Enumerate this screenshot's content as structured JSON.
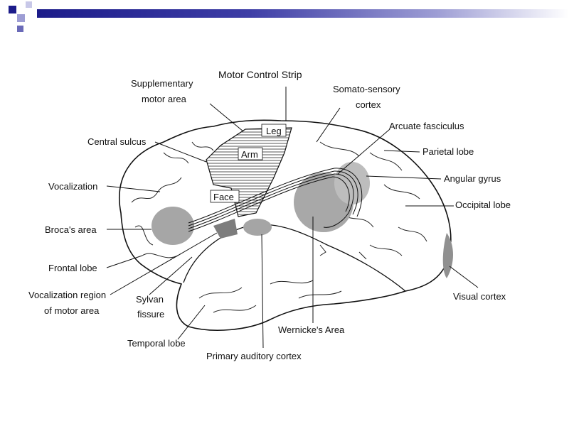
{
  "slide": {
    "accent_colors": {
      "dark": "#1c1c8a",
      "mid": "#6a6ab8",
      "light": "#9d9dd4"
    }
  },
  "diagram": {
    "labels": {
      "motor_control_strip": "Motor Control Strip",
      "supplementary_motor_area_1": "Supplementary",
      "supplementary_motor_area_2": "motor area",
      "somato_sensory_1": "Somato-sensory",
      "somato_sensory_2": "cortex",
      "arcuate_fasciculus": "Arcuate fasciculus",
      "central_sulcus": "Central sulcus",
      "parietal_lobe": "Parietal lobe",
      "vocalization": "Vocalization",
      "angular_gyrus": "Angular gyrus",
      "occipital_lobe": "Occipital lobe",
      "brocas_area": "Broca's area",
      "frontal_lobe": "Frontal lobe",
      "vocalization_region_1": "Vocalization region",
      "vocalization_region_2": "of motor area",
      "sylvan_fissure_1": "Sylvan",
      "sylvan_fissure_2": "fissure",
      "visual_cortex": "Visual cortex",
      "wernickes_area": "Wernicke's Area",
      "temporal_lobe": "Temporal lobe",
      "primary_auditory_cortex": "Primary auditory cortex",
      "leg": "Leg",
      "arm": "Arm",
      "face": "Face"
    }
  }
}
